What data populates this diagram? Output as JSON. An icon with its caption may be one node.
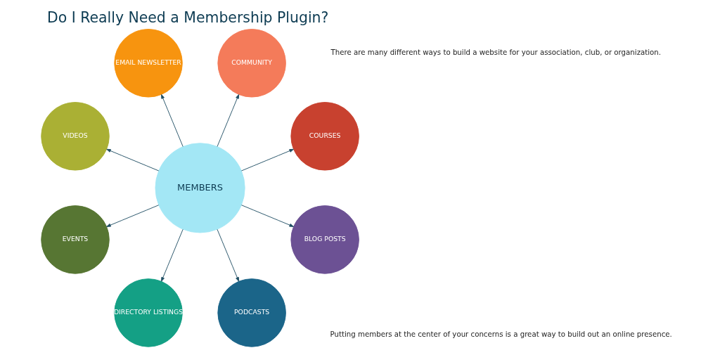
{
  "diagram": {
    "title": "Do I Really Need a Membership Plugin?",
    "nodes": [
      {
        "text": [
          "MEMBERS"
        ]
      },
      {
        "text": [
          "COURSES"
        ]
      },
      {
        "text": [
          "COMMUNITY"
        ]
      },
      {
        "text": [
          "EMAIL NEWSLETTER"
        ]
      },
      {
        "text": [
          "VIDEOS"
        ]
      },
      {
        "text": [
          "EVENTS"
        ]
      },
      {
        "text": [
          "DIRECTORY LISTINGS"
        ]
      },
      {
        "text": [
          "PODCASTS"
        ]
      },
      {
        "text": [
          "BLOG POSTS"
        ]
      }
    ],
    "edges": [
      {
        "from": 0,
        "to": 1,
        "arrow": "to"
      },
      {
        "from": 0,
        "to": 2,
        "arrow": "to"
      },
      {
        "from": 0,
        "to": 3,
        "arrow": "to"
      },
      {
        "from": 0,
        "to": 4,
        "arrow": "to"
      },
      {
        "from": 0,
        "to": 5,
        "arrow": "to"
      },
      {
        "from": 0,
        "to": 6,
        "arrow": "to"
      },
      {
        "from": 0,
        "to": 7,
        "arrow": "to"
      },
      {
        "from": 0,
        "to": 8,
        "arrow": "to"
      }
    ],
    "labels": [
      "There are many different ways to build a website for your association, club, or organization.",
      "Putting members at the center of your concerns is a great way to build out an online presence."
    ]
  }
}
